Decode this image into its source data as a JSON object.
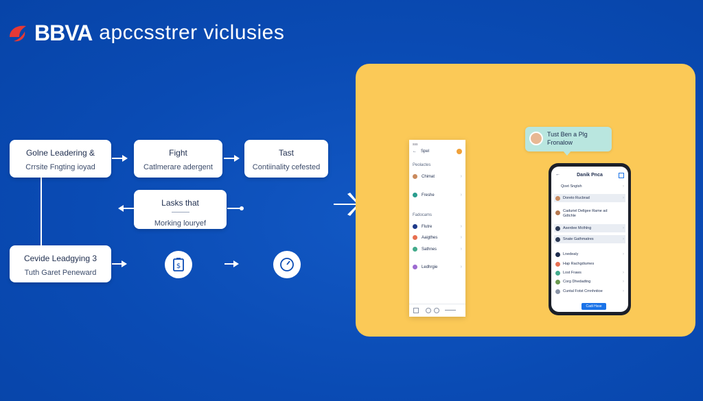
{
  "brand": {
    "name": "BBVA",
    "tagline": "apccsstrer viclusies"
  },
  "flow": {
    "node_a": {
      "title": "Golne Leadering &",
      "subtitle": "Crrsite Fngting ioyad"
    },
    "node_b": {
      "title": "Fight",
      "subtitle": "Catlmerare adergent"
    },
    "node_c": {
      "title": "Tast",
      "subtitle": "Contiinality cefested"
    },
    "node_d": {
      "title": "Lasks that",
      "subtitle": "Morking louryef"
    },
    "node_e": {
      "title": "Cevide Leadgying 3",
      "subtitle": "Tuth Garet Peneward"
    }
  },
  "list_screen": {
    "top": "sss",
    "title": "Spel",
    "sections": [
      "Peolactes",
      "Fadocams"
    ],
    "items_a": [
      "Chimat",
      "Freshe"
    ],
    "items_b": [
      "Flutre",
      "Aaigthes",
      "Sathnes",
      "Ledhrgie"
    ]
  },
  "bubble": {
    "title": "Tust Ben a Plg",
    "subtitle": "Fronalow"
  },
  "phone_screen": {
    "title": "Danik Pnca",
    "rows": [
      "Qoet Sngtsh",
      "Doreto Rucbrad",
      "Caduriel Dellgee Rame ad Gdtchle",
      "Aserdee Mcthlng",
      "Snate Gathmatres",
      "Lnedealy",
      "Hap Rachgdiumes",
      "Lost Fraws",
      "Corg Dhedadtng",
      "Cuntal Fotst Cmnhntioe"
    ],
    "button": "Cadi Hsse"
  },
  "colors": {
    "background": "#0a4bb4",
    "panel": "#fbc957",
    "accent": "#1a73e8",
    "brand_red": "#e53935"
  }
}
